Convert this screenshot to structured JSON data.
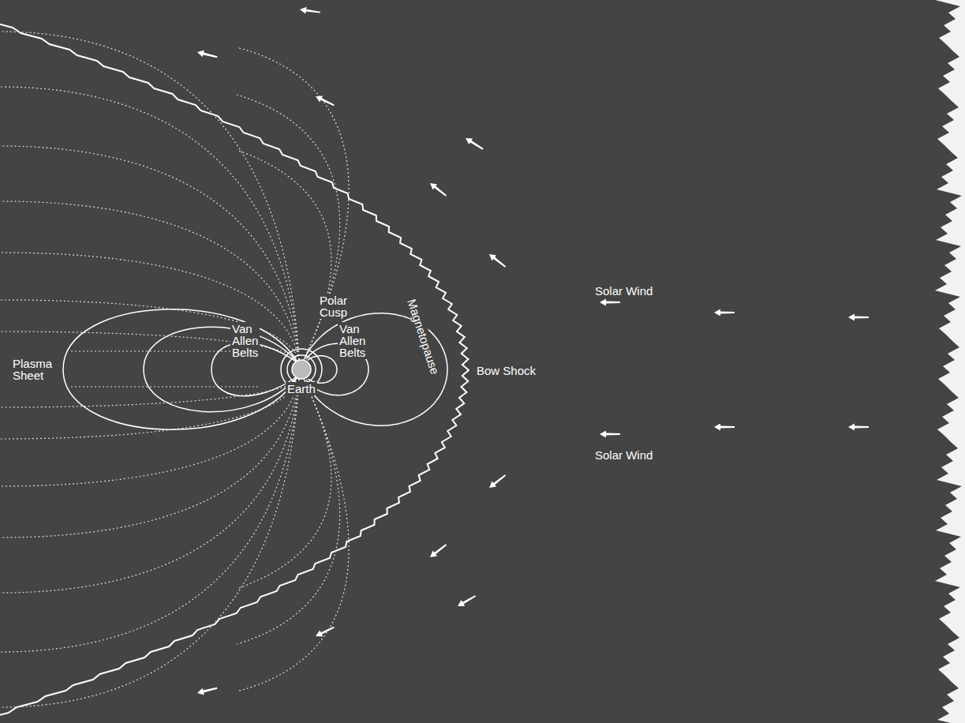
{
  "diagram": {
    "labels": [
      "Polar Cusp",
      "Magnetopause",
      "Solar Wind",
      "Plasma Sheet",
      "Van Allen Belts",
      "Van Allen Belts",
      "Bow Shock",
      "Earth",
      "Solar Wind"
    ]
  }
}
